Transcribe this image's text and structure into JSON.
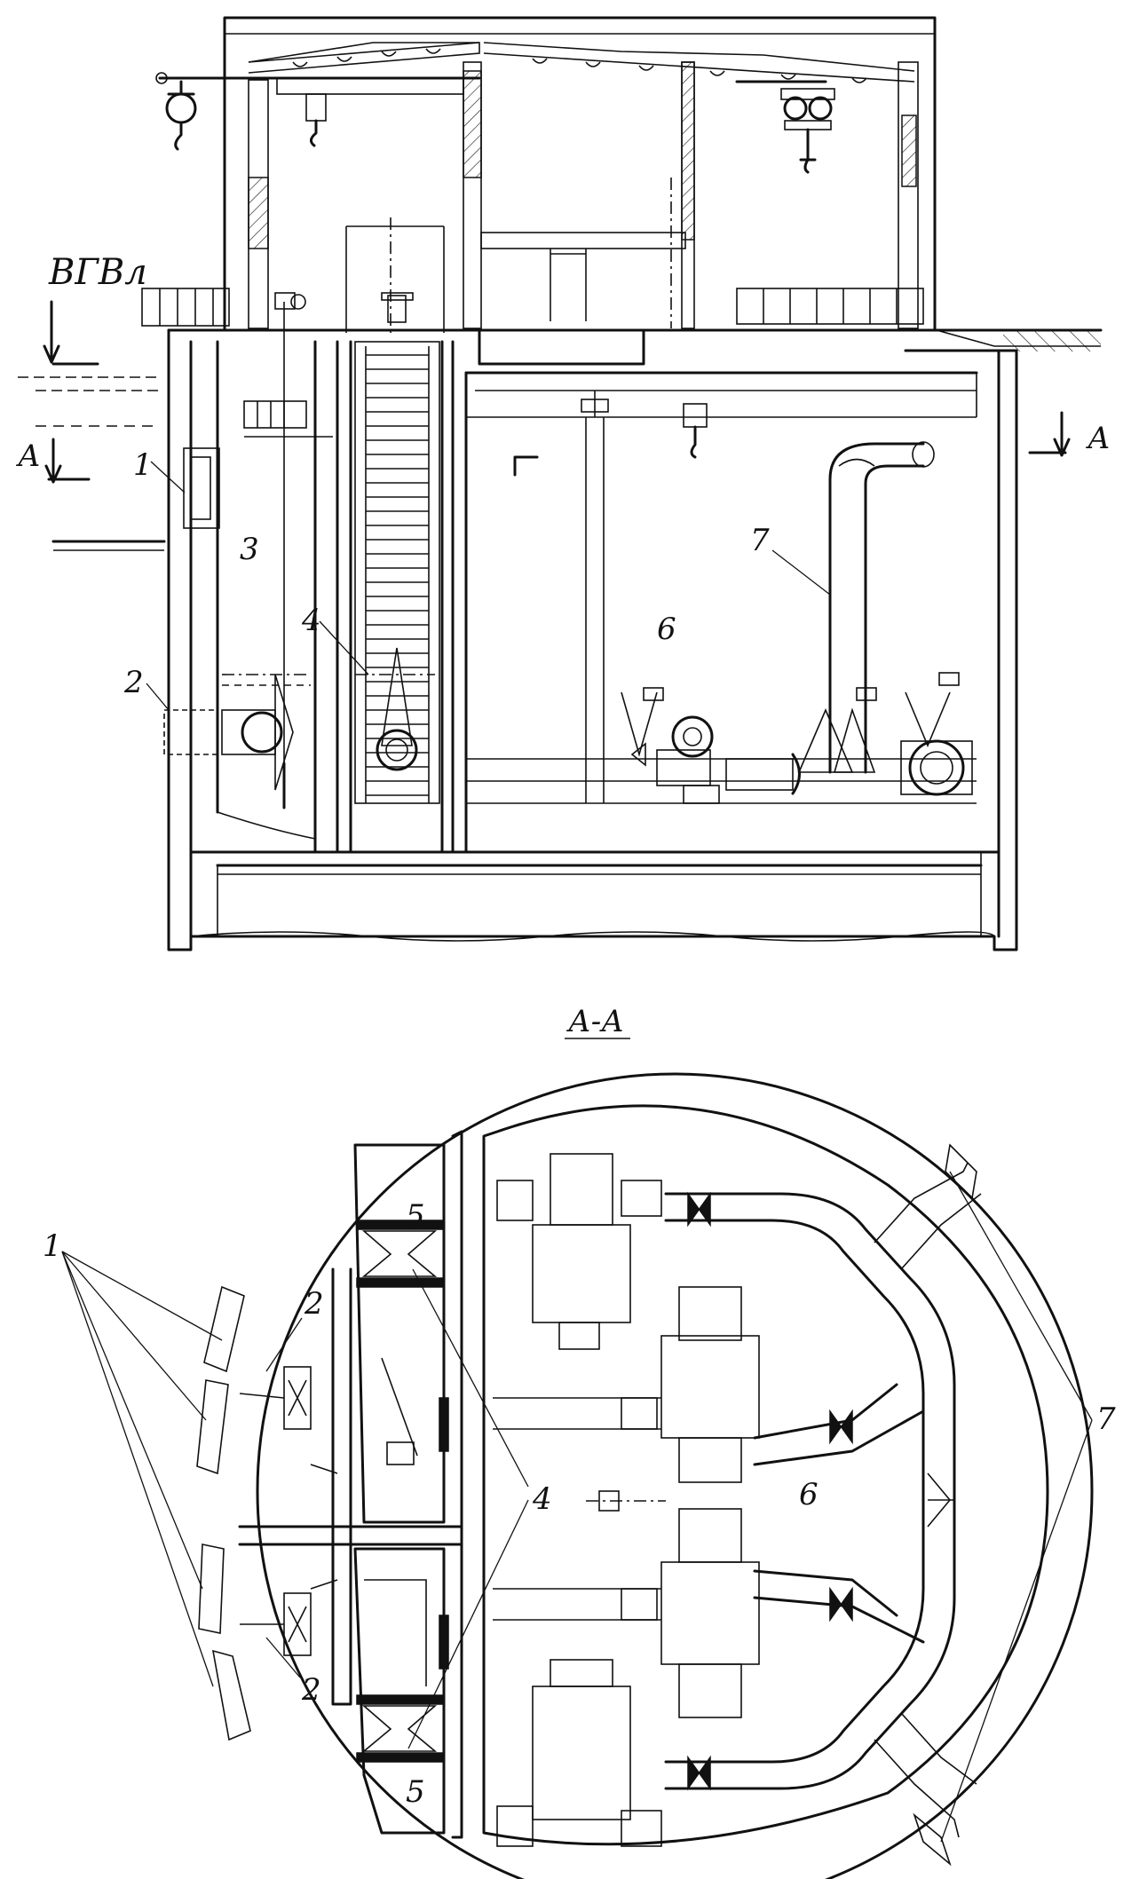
{
  "labels": {
    "water_level": "ВГВл",
    "section_mark": "А",
    "section_title": "А-А",
    "n1": "1",
    "n2": "2",
    "n3": "3",
    "n4": "4",
    "n5": "5",
    "n6": "6",
    "n7": "7"
  }
}
